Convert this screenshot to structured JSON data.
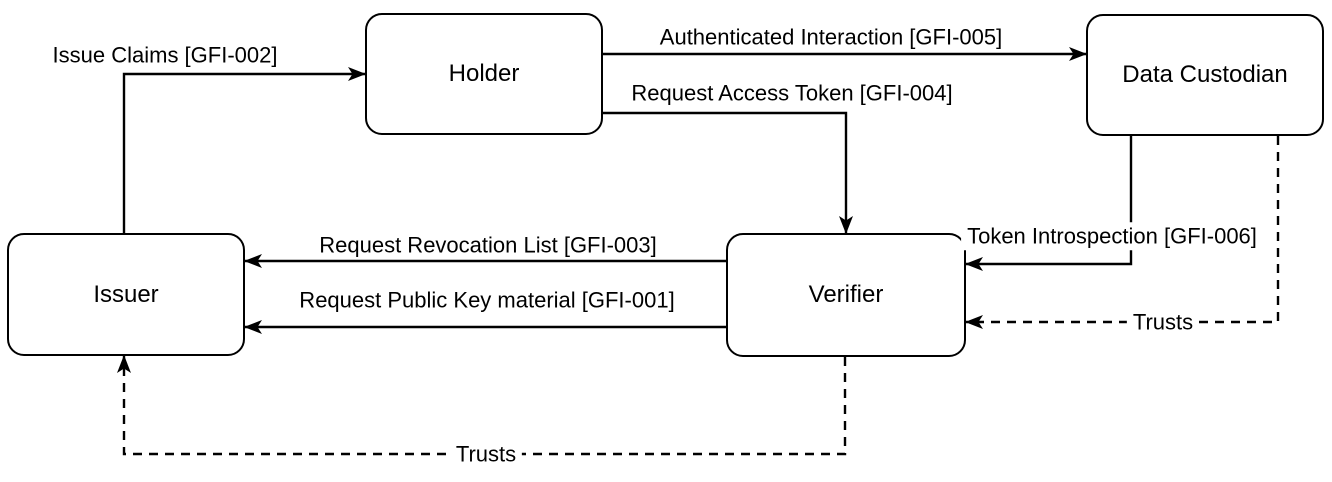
{
  "diagram": {
    "type": "entity-flow-diagram",
    "background_color": "#ffffff",
    "line_color": "#000000",
    "nodes": {
      "holder": {
        "label": "Holder"
      },
      "data_custodian": {
        "label": "Data Custodian"
      },
      "issuer": {
        "label": "Issuer"
      },
      "verifier": {
        "label": "Verifier"
      }
    },
    "edges": {
      "issue_claims": {
        "label": "Issue Claims [GFI-002]",
        "from": "Issuer",
        "to": "Holder",
        "style": "solid"
      },
      "authenticated_interaction": {
        "label": "Authenticated Interaction [GFI-005]",
        "from": "Holder",
        "to": "Data Custodian",
        "style": "solid"
      },
      "request_access_token": {
        "label": "Request Access Token [GFI-004]",
        "from": "Holder",
        "to": "Verifier",
        "style": "solid"
      },
      "request_revocation_list": {
        "label": "Request Revocation List [GFI-003]",
        "from": "Verifier",
        "to": "Issuer",
        "style": "solid"
      },
      "request_public_key": {
        "label": "Request Public Key material [GFI-001]",
        "from": "Verifier",
        "to": "Issuer",
        "style": "solid"
      },
      "token_introspection": {
        "label": "Token Introspection [GFI-006]",
        "from": "Data Custodian",
        "to": "Verifier",
        "style": "solid"
      },
      "trusts_verifier": {
        "label": "Trusts",
        "from": "Data Custodian",
        "to": "Verifier",
        "style": "dashed"
      },
      "trusts_issuer": {
        "label": "Trusts",
        "from": "Verifier",
        "to": "Issuer",
        "style": "dashed"
      }
    }
  }
}
